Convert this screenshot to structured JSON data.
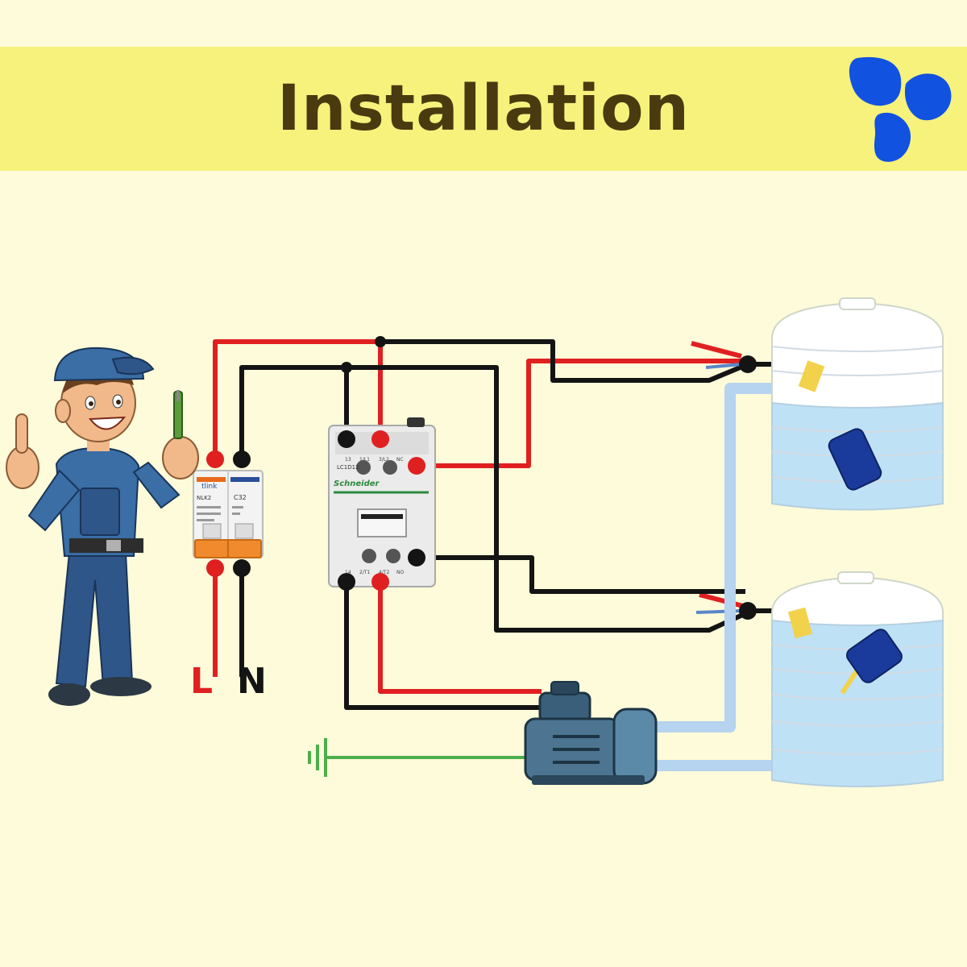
{
  "header": {
    "title": "Installation"
  },
  "breaker": {
    "brand": "tlink",
    "model": "NLK2",
    "rating": "C32"
  },
  "contactor": {
    "model": "LC1D12",
    "brand": "Schneider",
    "top_terminals": [
      "13",
      "1/L1",
      "3/L2",
      "NC"
    ],
    "bottom_terminals": [
      "14",
      "2/T1",
      "4/T2",
      "NO"
    ]
  },
  "terminals": {
    "line": "L",
    "neutral": "N"
  },
  "colors": {
    "line_wire": "#e02020",
    "neutral_wire": "#111111",
    "ground_wire": "#4cae4c",
    "pipe": "#b6d3ef",
    "water": "#bfe1f6",
    "logo": "#1252e0",
    "banner": "#f6f27c",
    "background": "#fdfbd9"
  }
}
